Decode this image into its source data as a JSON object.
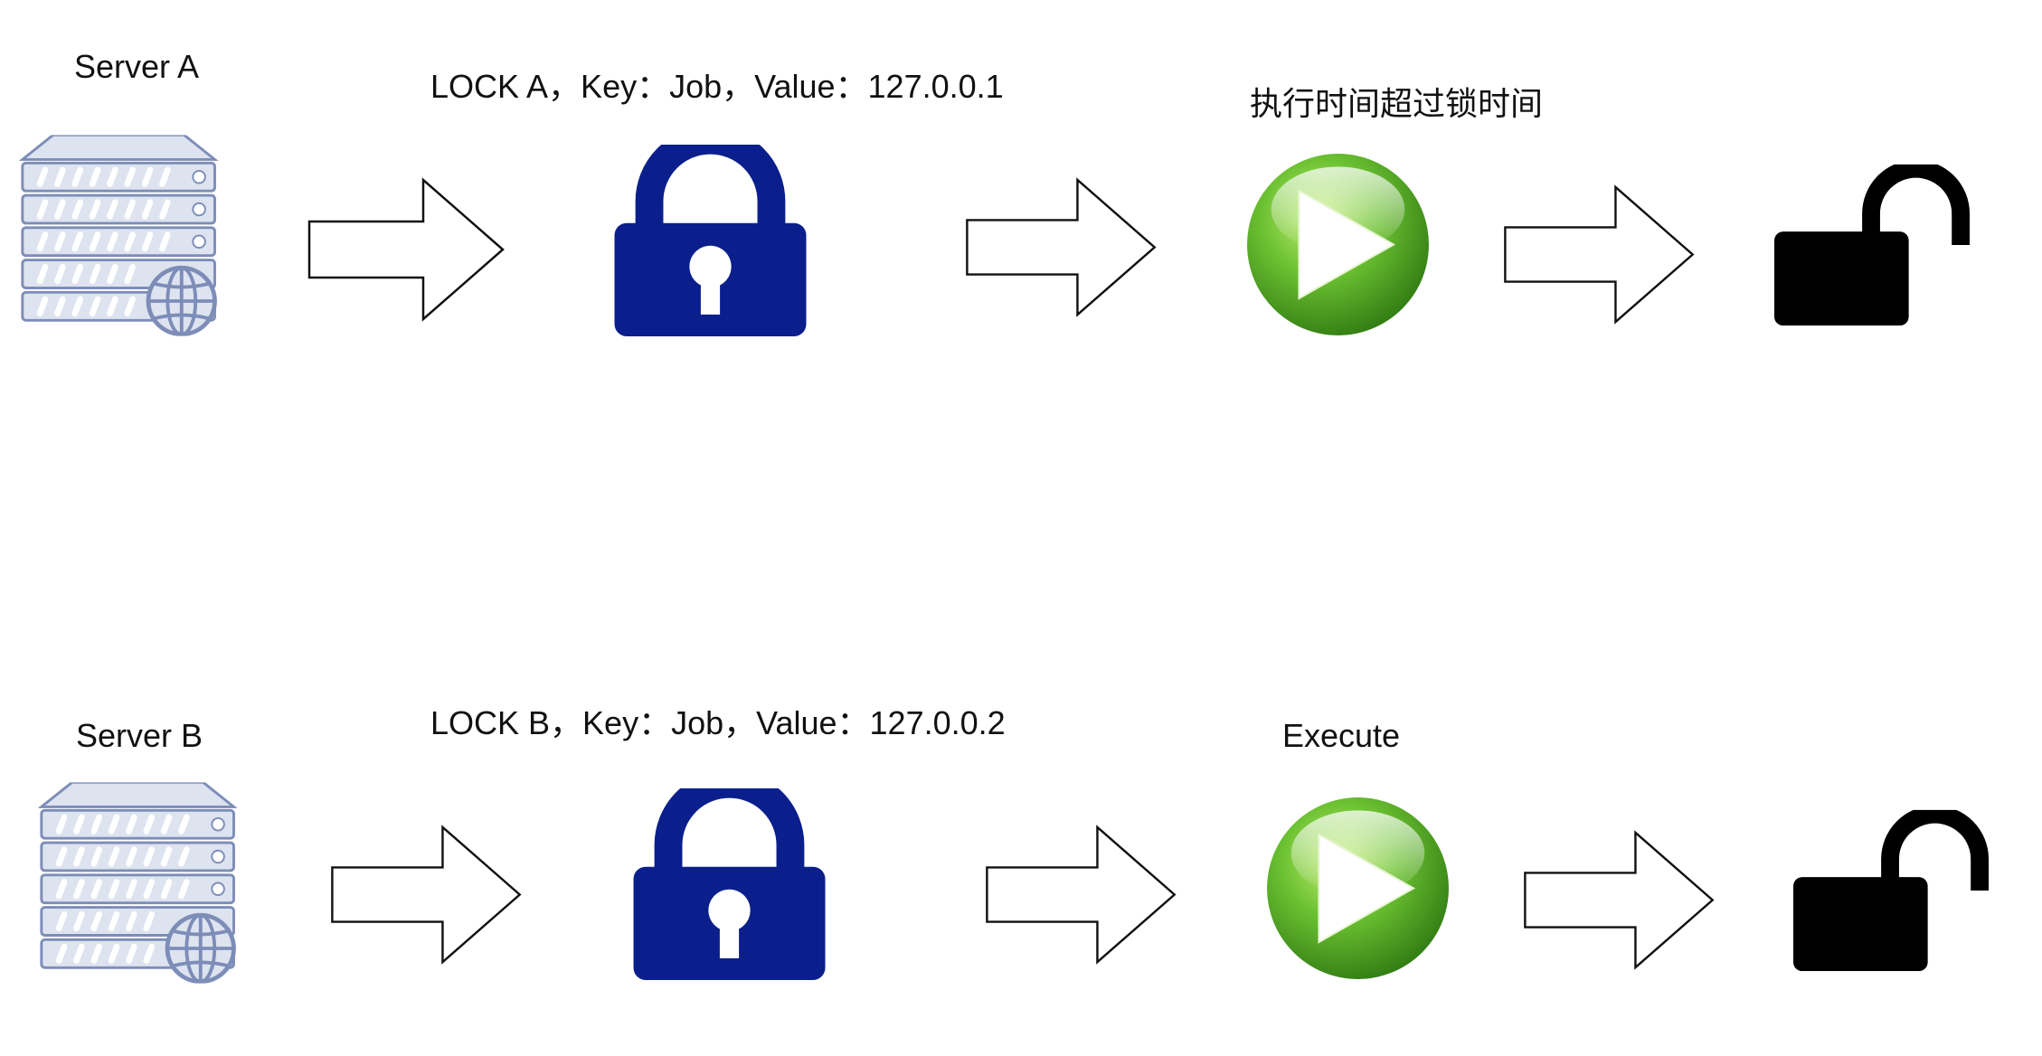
{
  "colors": {
    "server_fill": "#dde3ef",
    "server_stroke": "#7d8db8",
    "lock_blue": "#0a1f8c",
    "play_green": "#5fb52c",
    "unlock_black": "#000000",
    "arrow_stroke": "#111111"
  },
  "rows": [
    {
      "server_label": "Server A",
      "lock_label": "LOCK A，Key：Job，Value：127.0.0.1",
      "exec_label": "执行时间超过锁时间"
    },
    {
      "server_label": "Server B",
      "lock_label": "LOCK B，Key：Job，Value：127.0.0.2",
      "exec_label": "Execute"
    }
  ],
  "icons": {
    "server": "server-globe-icon",
    "lock": "closed-padlock-icon",
    "play": "play-button-icon",
    "unlock": "open-padlock-icon",
    "arrow": "right-arrow-icon"
  }
}
